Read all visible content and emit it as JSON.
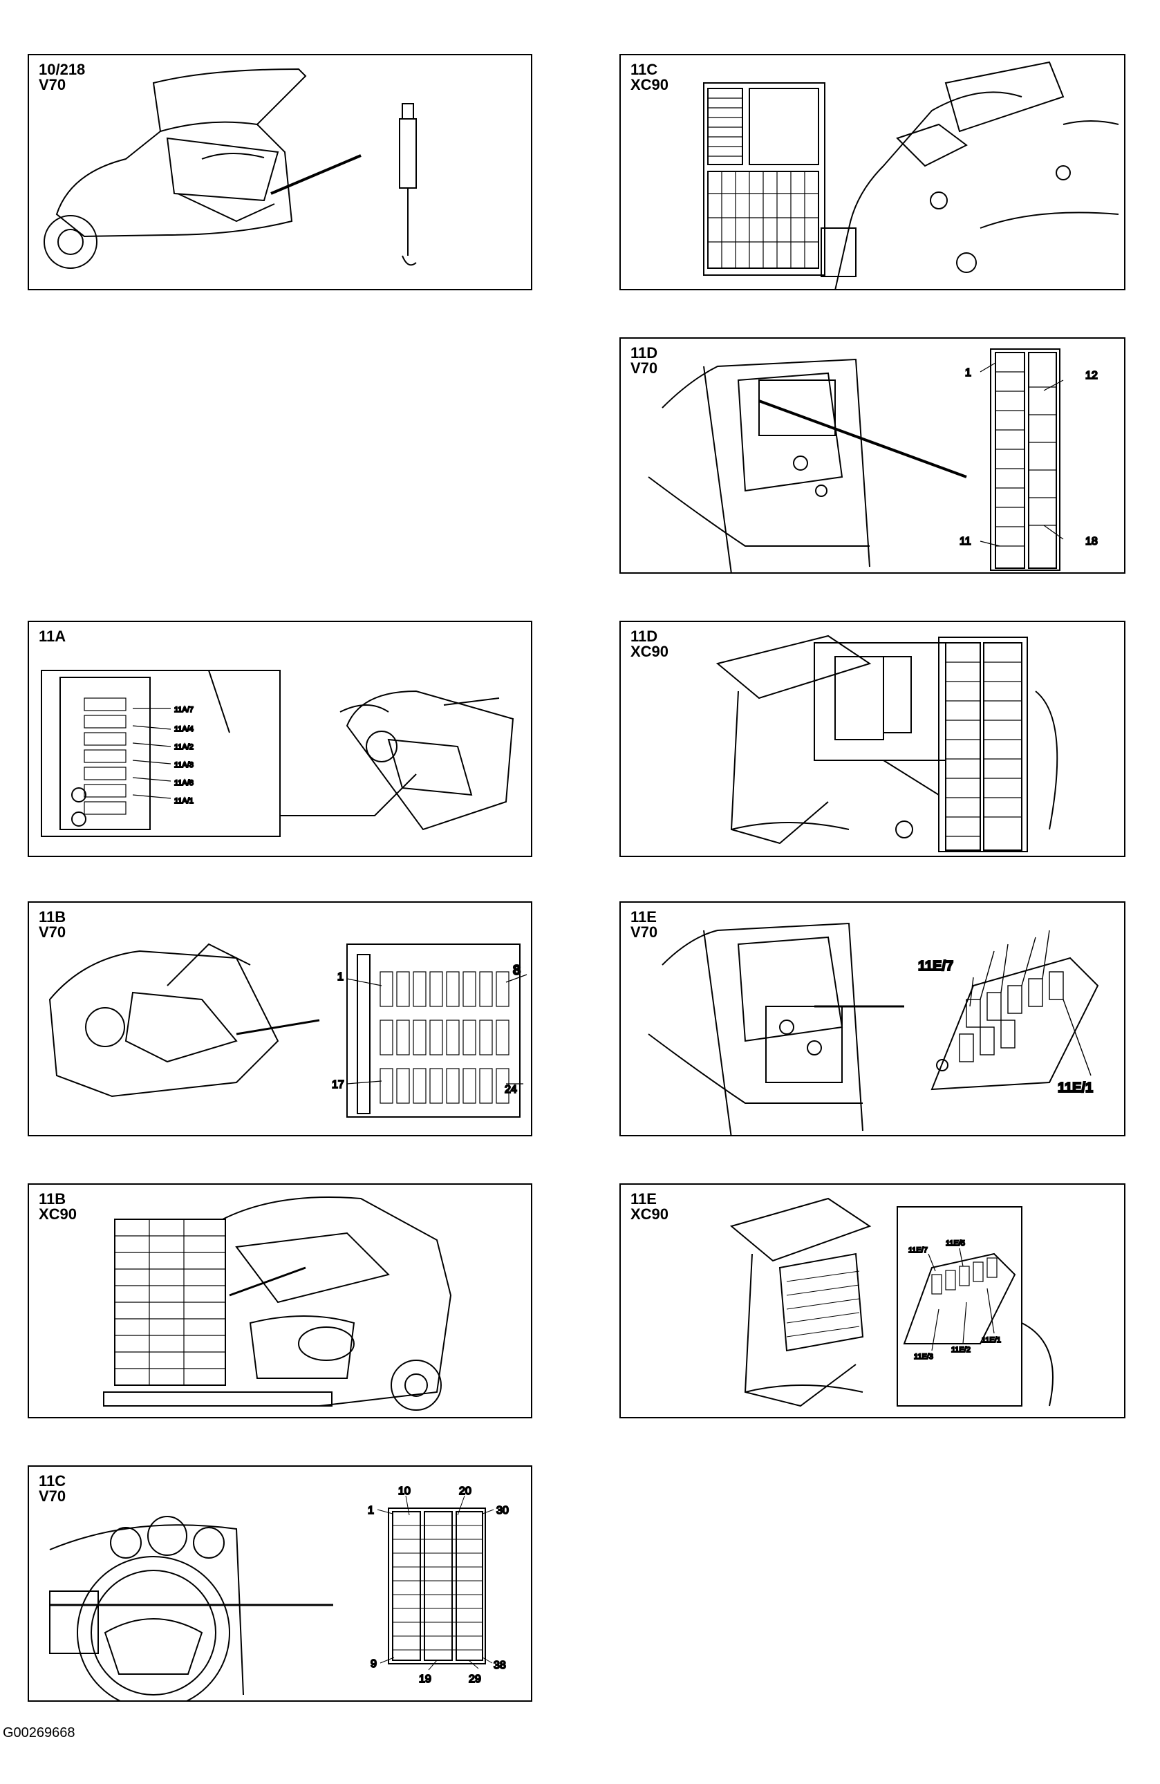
{
  "panels": {
    "p10_218": {
      "code": "10/218",
      "model": "V70"
    },
    "p11c_xc90": {
      "code": "11C",
      "model": "XC90"
    },
    "p11d_v70": {
      "code": "11D",
      "model": "V70",
      "callouts": [
        "1",
        "12",
        "11",
        "18"
      ]
    },
    "p11a": {
      "code": "11A",
      "model": "",
      "callouts": [
        "11A/7",
        "11A/4",
        "11A/2",
        "11A/3",
        "11A/8",
        "11A/1"
      ]
    },
    "p11d_xc90": {
      "code": "11D",
      "model": "XC90"
    },
    "p11b_v70": {
      "code": "11B",
      "model": "V70",
      "callouts": [
        "1",
        "8",
        "17",
        "24"
      ]
    },
    "p11e_v70": {
      "code": "11E",
      "model": "V70",
      "callouts": [
        "11E/7",
        "11E/1"
      ]
    },
    "p11b_xc90": {
      "code": "11B",
      "model": "XC90"
    },
    "p11e_xc90": {
      "code": "11E",
      "model": "XC90",
      "callouts": [
        "11E/7",
        "11E/5",
        "11E/3",
        "11E/2",
        "11E/1"
      ]
    },
    "p11c_v70": {
      "code": "11C",
      "model": "V70",
      "callouts": [
        "10",
        "20",
        "1",
        "30",
        "9",
        "19",
        "29",
        "38"
      ]
    }
  },
  "footer": {
    "ref": "G00269668"
  }
}
